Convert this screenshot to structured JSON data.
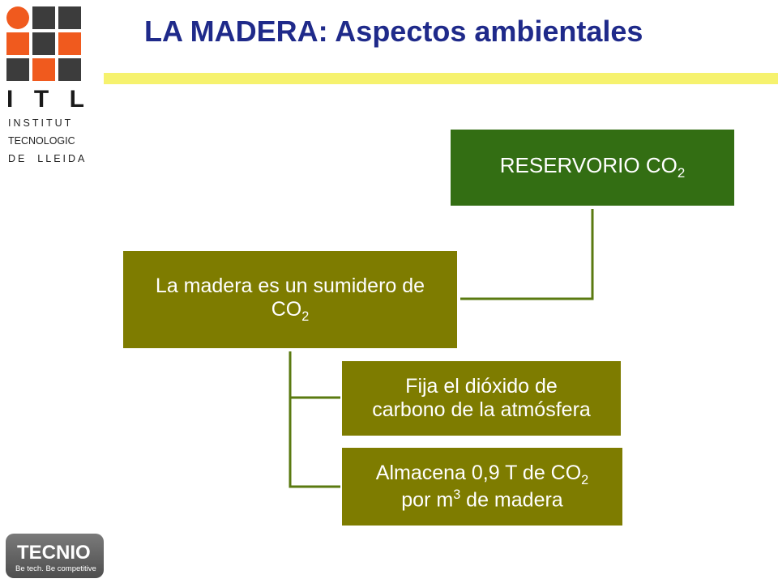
{
  "logo": {
    "letters": [
      "I",
      "T",
      "L"
    ],
    "lines": [
      "INSTITUT",
      "TECNOLOGIC",
      "DE  LLEIDA"
    ],
    "colors": {
      "orange": "#f05a1e",
      "gray": "#3c3c3c"
    }
  },
  "header": {
    "title": "LA MADERA: Aspectos ambientales"
  },
  "diagram": {
    "reservoir": {
      "text": "RESERVORIO CO",
      "sub": "2"
    },
    "sink": {
      "line1": "La madera es un sumidero de",
      "line2": "CO",
      "sub": "2"
    },
    "fixes": {
      "line1": "Fija el dióxido de",
      "line2": "carbono de la atmósfera"
    },
    "stores": {
      "pre": "Almacena 0,9 T de CO",
      "sub": "2",
      "line2_pre": "por m",
      "sup": "3",
      "line2_post": " de madera"
    },
    "colors": {
      "dark_green": "#336e13",
      "olive": "#7e7c00",
      "connector": "#5a7a10"
    }
  },
  "footer": {
    "brand": "TECNIO",
    "tagline": "Be tech. Be competitive"
  }
}
